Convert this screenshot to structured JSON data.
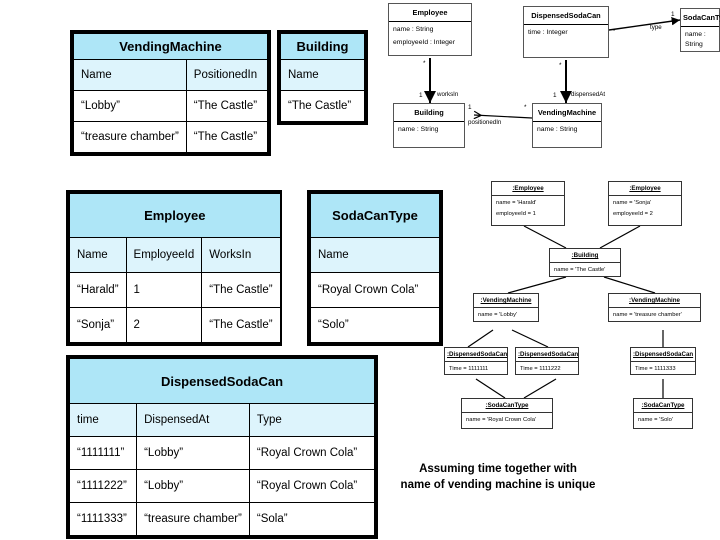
{
  "relational_tables": [
    {
      "name": "VendingMachine",
      "columns": [
        "Name",
        "PositionedIn"
      ],
      "rows": [
        [
          "“Lobby”",
          "“The Castle”"
        ],
        [
          "“treasure chamber”",
          "“The Castle”"
        ]
      ]
    },
    {
      "name": "Building",
      "columns": [
        "Name"
      ],
      "rows": [
        [
          "“The Castle”"
        ]
      ]
    },
    {
      "name": "Employee",
      "columns": [
        "Name",
        "EmployeeId",
        "WorksIn"
      ],
      "rows": [
        [
          "“Harald”",
          "1",
          "“The Castle”"
        ],
        [
          "“Sonja”",
          "2",
          "“The Castle”"
        ]
      ]
    },
    {
      "name": "SodaCanType",
      "columns": [
        "Name"
      ],
      "rows": [
        [
          "“Royal Crown Cola”"
        ],
        [
          "“Solo”"
        ]
      ]
    },
    {
      "name": "DispensedSodaCan",
      "columns": [
        "time",
        "DispensedAt",
        "Type"
      ],
      "rows": [
        [
          "“1111111”",
          "“Lobby”",
          "“Royal Crown Cola”"
        ],
        [
          "“1111222”",
          "“Lobby”",
          "“Royal Crown Cola”"
        ],
        [
          "“1111333”",
          "“treasure chamber”",
          "“Sola”"
        ]
      ]
    }
  ],
  "class_diagram": {
    "classes": [
      {
        "name": "Employee",
        "attributes": [
          "name : String",
          "employeeId : Integer"
        ]
      },
      {
        "name": "DispensedSodaCan",
        "attributes": [
          "time : Integer"
        ]
      },
      {
        "name": "SodaCanType",
        "attributes": [
          "name : String"
        ]
      },
      {
        "name": "Building",
        "attributes": [
          "name : String"
        ]
      },
      {
        "name": "VendingMachine",
        "attributes": [
          "name : String"
        ]
      }
    ],
    "associations": [
      {
        "role": "worksIn",
        "source_multiplicity": "*",
        "target_multiplicity": "1"
      },
      {
        "role": "type",
        "source_multiplicity": "*",
        "target_multiplicity": "1"
      },
      {
        "role": "dispensedAt",
        "source_multiplicity": "*",
        "target_multiplicity": "1"
      },
      {
        "role": "positionedIn",
        "source_multiplicity": "*",
        "target_multiplicity": "1"
      }
    ]
  },
  "object_diagram": {
    "objects": [
      {
        "name": ":Employee",
        "attributes": [
          "name = 'Harald'",
          "employeeId = 1"
        ]
      },
      {
        "name": ":Employee",
        "attributes": [
          "name = 'Sonja'",
          "employeeId = 2"
        ]
      },
      {
        "name": ":Building",
        "attributes": [
          "name = 'The Castle'"
        ]
      },
      {
        "name": ":VendingMachine",
        "attributes": [
          "name = 'Lobby'"
        ]
      },
      {
        "name": ":VendingMachine",
        "attributes": [
          "name = 'treasure chamber'"
        ]
      },
      {
        "name": ":DispensedSodaCan",
        "attributes": [
          "Time = 1111111"
        ]
      },
      {
        "name": ":DispensedSodaCan",
        "attributes": [
          "Time = 1111222"
        ]
      },
      {
        "name": ":DispensedSodaCan",
        "attributes": [
          "Time = 1111333"
        ]
      },
      {
        "name": ":SodaCanType",
        "attributes": [
          "name = 'Royal Crown Cola'"
        ]
      },
      {
        "name": ":SodaCanType",
        "attributes": [
          "name = 'Solo'"
        ]
      }
    ]
  },
  "note": {
    "line1": "Assuming time together with",
    "line2": "name of vending machine is unique"
  },
  "colors": {
    "table_title_fill": "#aee6f7",
    "table_colhead_fill": "#ddf4fc",
    "border": "#000000",
    "background": "#ffffff"
  }
}
